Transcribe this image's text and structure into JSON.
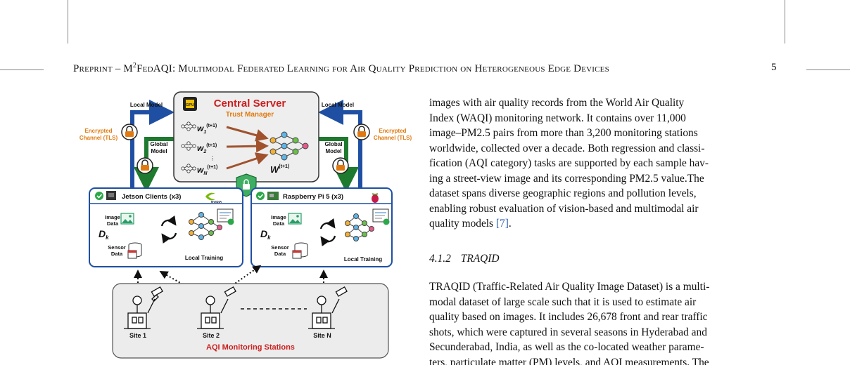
{
  "running_head": {
    "prefix": "Preprint – M",
    "superscript": "2",
    "title": "FedAQI: Multimodal Federated Learning for Air Quality Prediction on Heterogeneous Edge Devices",
    "page": "5"
  },
  "figure": {
    "server": {
      "title": "Central Server",
      "subtitle": "Trust Manager",
      "gpu_label": "GPU",
      "weights": [
        "w",
        "w",
        "w"
      ],
      "weight_subs": [
        "1",
        "2",
        "N"
      ],
      "weight_sup": "(t+1)",
      "global_weight": "W",
      "global_sup": "(t+1)",
      "vdots": "⋮"
    },
    "links": {
      "local_model": "Local Model",
      "global_model_1": "Global",
      "global_model_2": "Model",
      "encrypted_1": "Encrypted",
      "encrypted_2": "Channel (TLS)"
    },
    "clients": [
      {
        "title": "Jetson Clients (x3)",
        "vendor": "NVIDIA",
        "image_1": "Image",
        "image_2": "Data",
        "dataset": "D",
        "dataset_sub": "k",
        "sensor_1": "Sensor",
        "sensor_2": "Data",
        "training": "Local Training"
      },
      {
        "title": "Raspberry Pi 5 (x3)",
        "vendor": "",
        "image_1": "Image",
        "image_2": "Data",
        "dataset": "D",
        "dataset_sub": "k",
        "sensor_1": "Sensor",
        "sensor_2": "Data",
        "training": "Local Training"
      }
    ],
    "stations": {
      "title": "AQI Monitoring Stations",
      "sites": [
        "Site 1",
        "Site 2",
        "Site N"
      ]
    },
    "colors": {
      "red": "#cc1f1f",
      "orange": "#e07a10",
      "blue": "#1f4fa3",
      "green": "#1e7a2e",
      "brown": "#a0522d"
    }
  },
  "body": {
    "para1_lines": [
      "images with air quality records from the World Air Quality",
      "Index (WAQI) monitoring network.  It contains over 11,000",
      "image–PM2.5 pairs from more than 3,200 monitoring stations",
      "worldwide, collected over a decade. Both regression and classi-",
      "fication (AQI category) tasks are supported by each sample hav-",
      "ing a street-view image and its corresponding PM2.5 value.The",
      "dataset spans diverse geographic regions and pollution levels,",
      "enabling robust evaluation of vision-based and multimodal air",
      "quality models "
    ],
    "citation": "[7]",
    "para1_end": ".",
    "subsection_number": "4.1.2",
    "subsection_title": "TRAQID",
    "para2_lines": [
      "TRAQID (Traffic-Related Air Quality Image Dataset) is a multi-",
      "modal dataset of large scale such that it is used to estimate air",
      "quality based on images. It includes 26,678 front and rear traffic",
      "shots, which were captured in several seasons in Hyderabad and",
      "Secunderabad, India, as well as the co-located weather parame-",
      "ters, particulate matter (PM) levels, and AQI measurements. The"
    ]
  }
}
